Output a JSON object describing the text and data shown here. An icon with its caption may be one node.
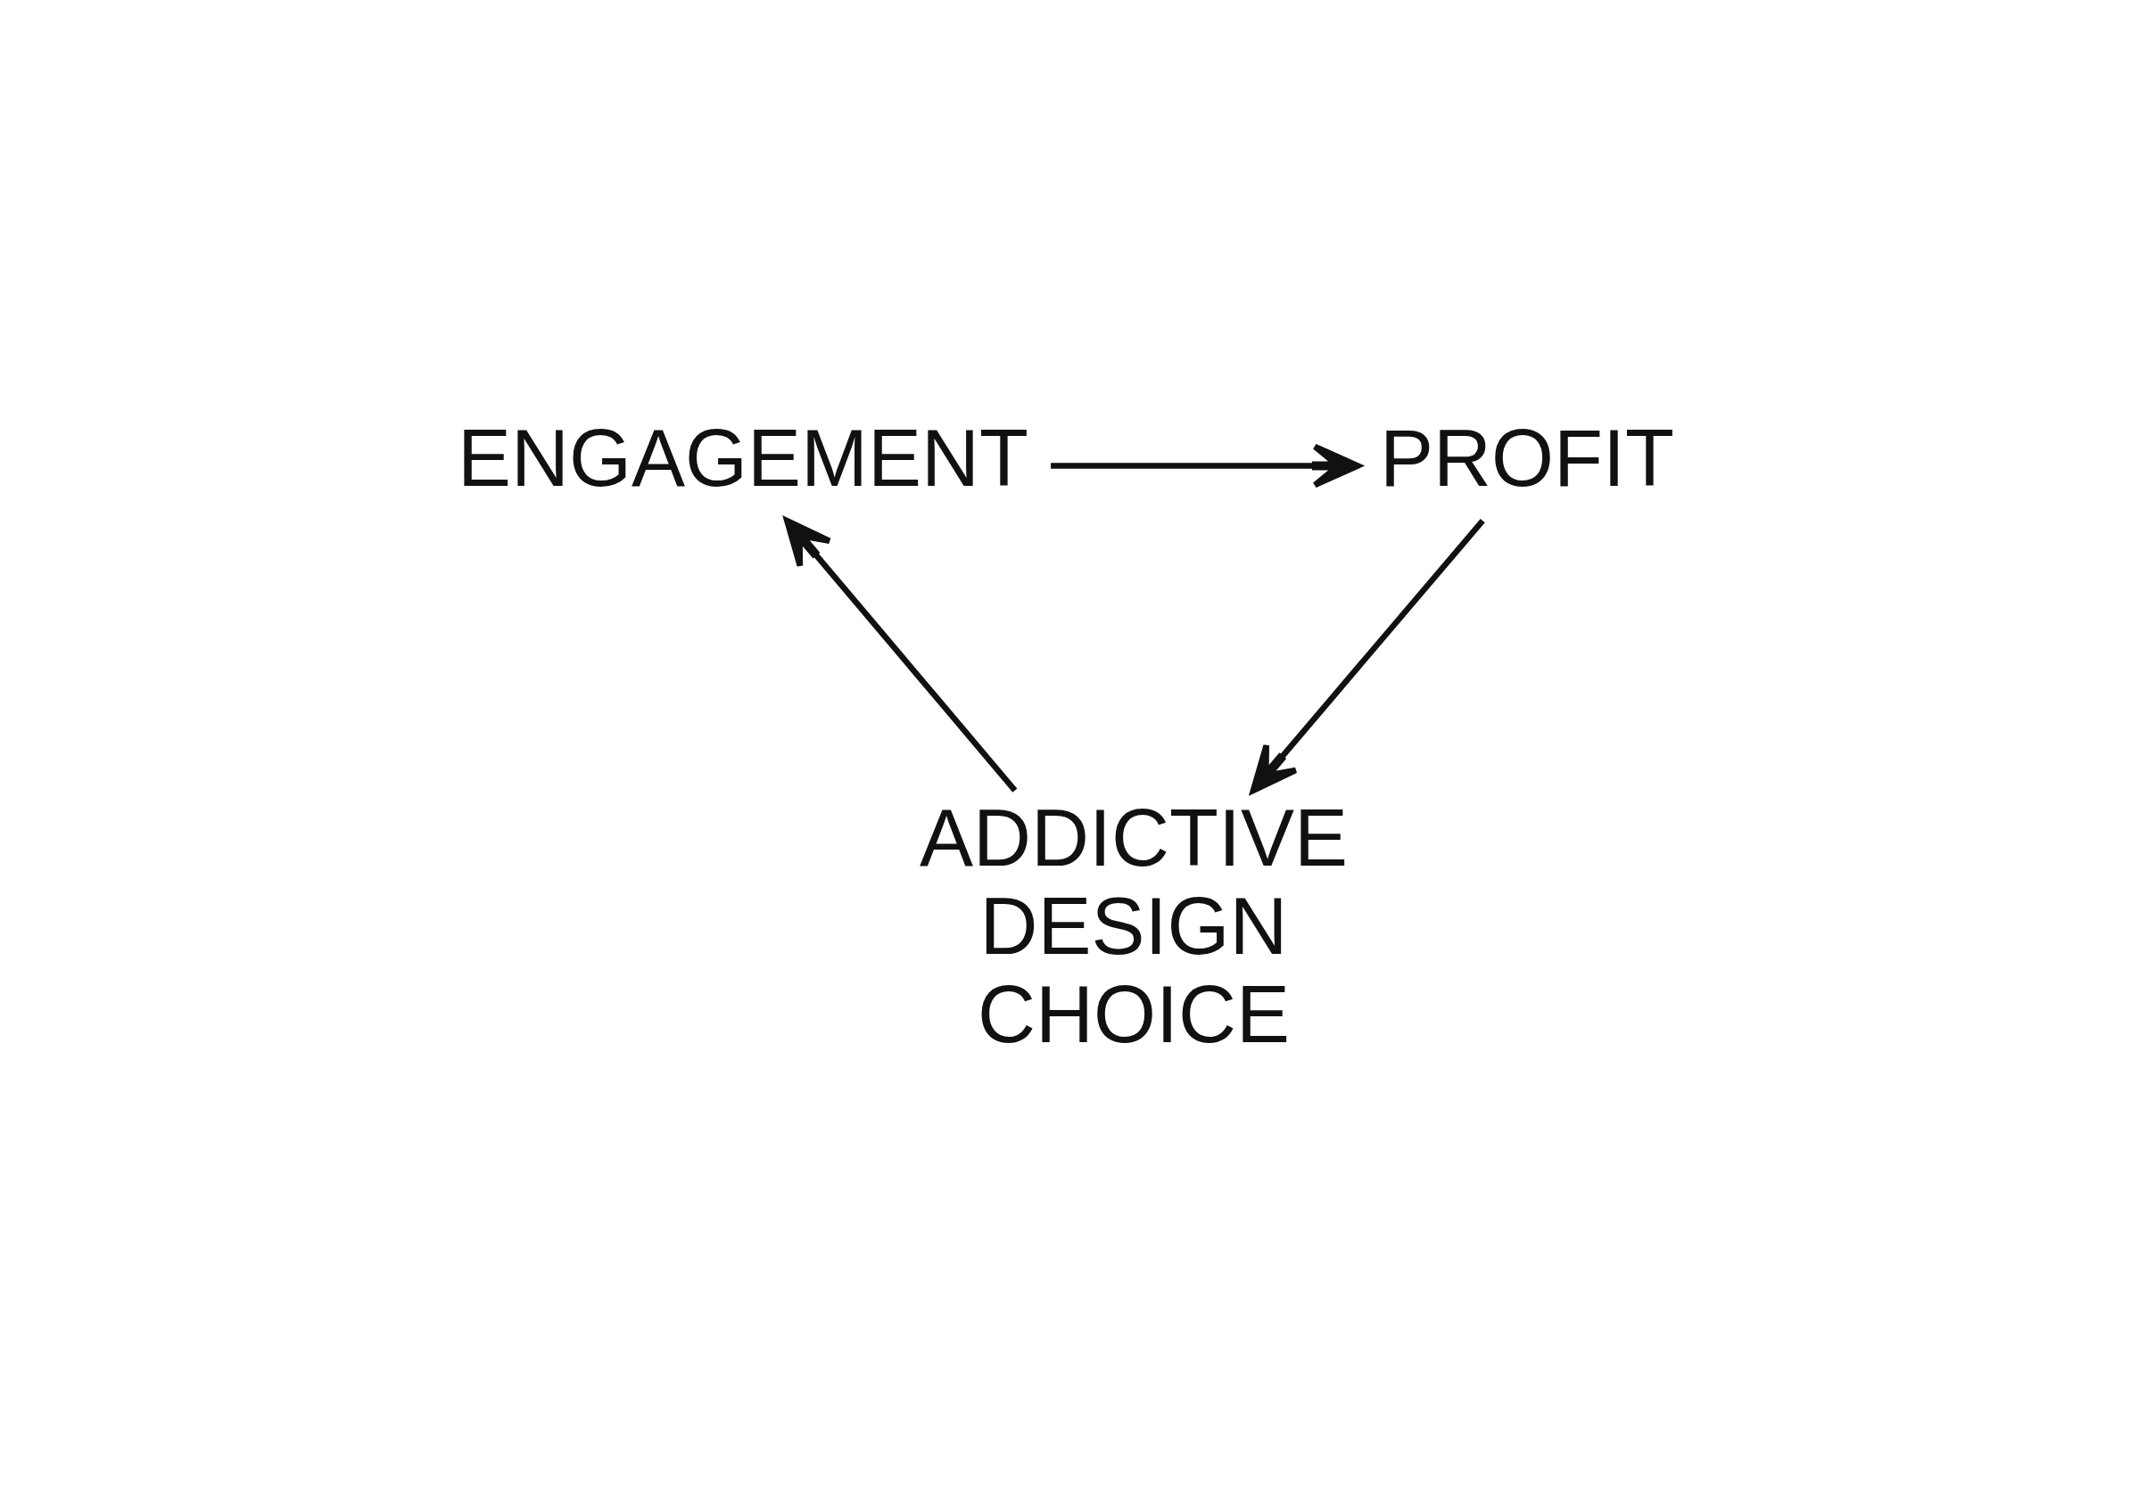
{
  "diagram": {
    "nodes": [
      {
        "text": [
          "ENGAGEMENT"
        ]
      },
      {
        "text": [
          "PROFIT"
        ]
      },
      {
        "text": [
          "ADDICTIVE DESIGN CHOICE"
        ]
      }
    ],
    "edges": [
      {
        "from": 0,
        "to": 1,
        "arrow": "to"
      },
      {
        "from": 1,
        "to": 2,
        "arrow": "to"
      },
      {
        "from": 2,
        "to": 0,
        "arrow": "to"
      }
    ]
  }
}
